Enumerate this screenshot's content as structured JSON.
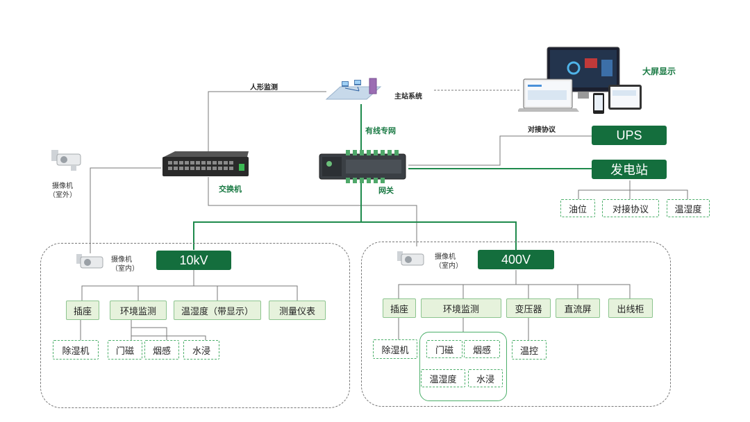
{
  "top": {
    "main_station": "主站系统",
    "human_monitor": "人形监测",
    "wired_network": "有线专网",
    "big_screen": "大屏显示",
    "switch": "交换机",
    "gateway": "网关",
    "docking_protocol": "对接协议",
    "camera_outdoor": [
      "摄像机",
      "（室外）"
    ]
  },
  "right": {
    "ups": "UPS",
    "generator": "发电站",
    "generator_children": [
      "油位",
      "对接协议",
      "温湿度"
    ]
  },
  "group_10kv": {
    "header": "10kV",
    "camera": [
      "摄像机",
      "（室内）"
    ],
    "items": [
      "插座",
      "环境监测",
      "温湿度（带显示）",
      "测量仪表"
    ],
    "socket_child": "除湿机",
    "env_children": [
      "门磁",
      "烟感",
      "水浸"
    ]
  },
  "group_400v": {
    "header": "400V",
    "camera": [
      "摄像机",
      "（室内）"
    ],
    "items": [
      "插座",
      "环境监测",
      "变压器",
      "直流屏",
      "出线柜"
    ],
    "socket_child": "除湿机",
    "env_children": [
      "门磁",
      "烟感",
      "温湿度",
      "水浸"
    ],
    "transformer_child": "温控"
  },
  "colors": {
    "header_green": "#146e3d",
    "line_green": "#1e8a4c",
    "node_fill": "#e6f2dc"
  }
}
